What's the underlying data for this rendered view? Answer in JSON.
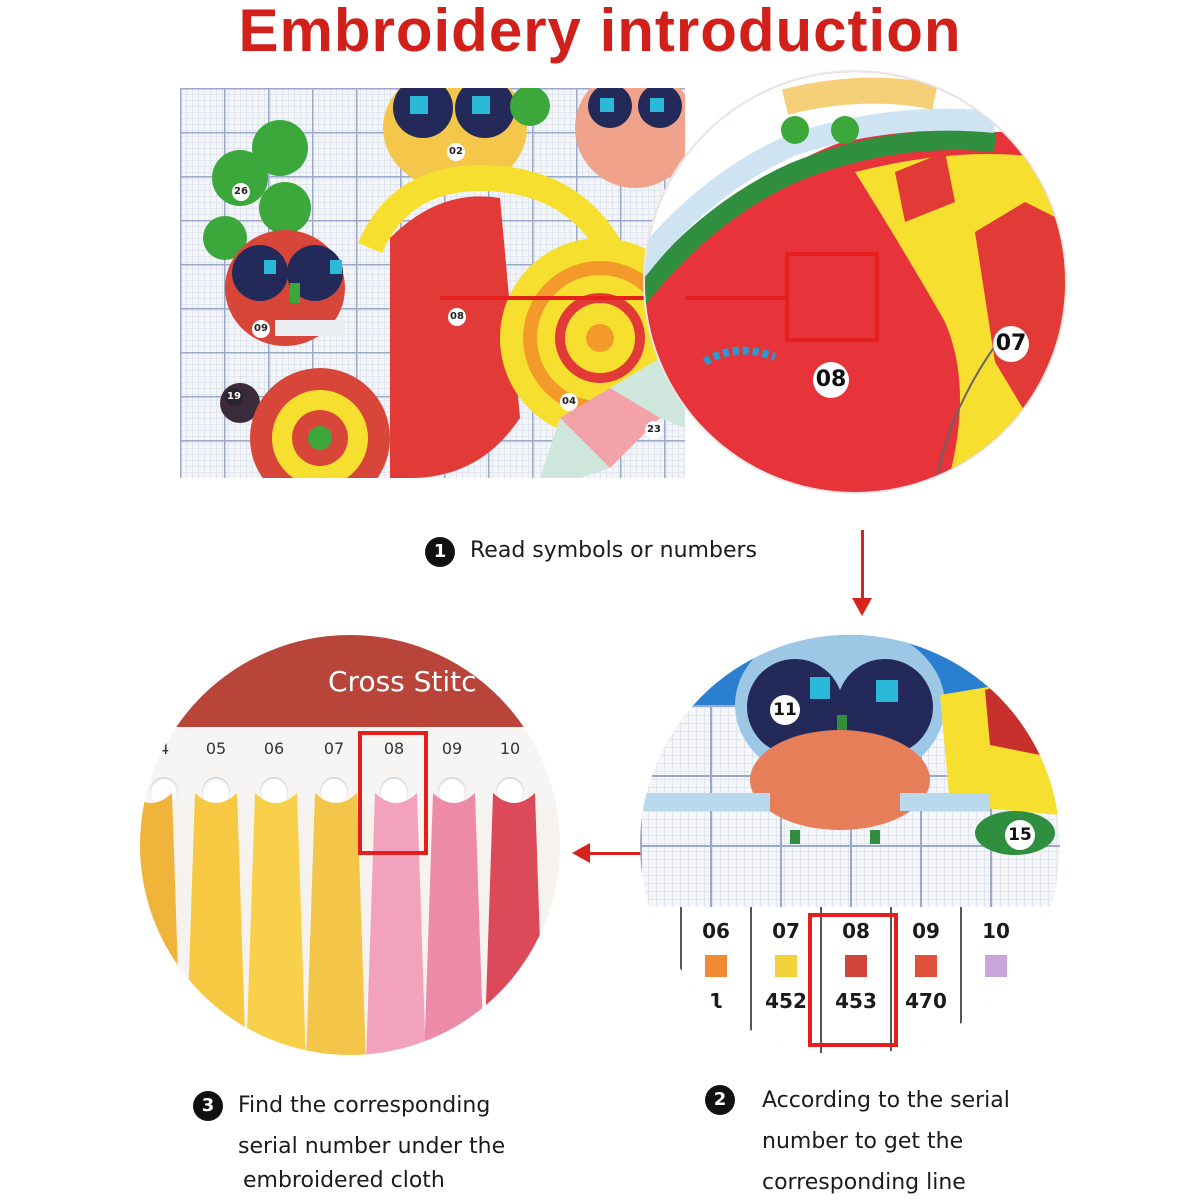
{
  "title": "Embroidery introduction",
  "pattern": {
    "symbols": [
      "02",
      "26",
      "09",
      "08",
      "19",
      "04",
      "23"
    ],
    "zoom_symbols": [
      "07",
      "08"
    ]
  },
  "steps": [
    {
      "badge": "1",
      "text": "Read symbols or  numbers"
    },
    {
      "badge": "2",
      "lines": [
        "According to the serial",
        "number to get the",
        "corresponding line"
      ]
    },
    {
      "badge": "3",
      "lines": [
        "Find the corresponding",
        "serial number under the",
        "embroidered cloth"
      ]
    }
  ],
  "threads": {
    "card_title": "Cross Stitc",
    "labels": [
      "4",
      "05",
      "06",
      "07",
      "08",
      "09",
      "10"
    ],
    "colors": [
      "#f0b43a",
      "#f7c842",
      "#f8d04a",
      "#f3c64a",
      "#f3a2bd",
      "#ec8aa8",
      "#dc4a5a"
    ],
    "highlight": "08"
  },
  "chart": {
    "symbols": [
      "11",
      "15"
    ],
    "legend": [
      {
        "code": "06",
        "color": "#f08a35",
        "dmc": "1"
      },
      {
        "code": "07",
        "color": "#f2d23a",
        "dmc": "452"
      },
      {
        "code": "08",
        "color": "#d0443a",
        "dmc": "453"
      },
      {
        "code": "09",
        "color": "#e0503a",
        "dmc": "470"
      },
      {
        "code": "10",
        "color": "#c9a6dc",
        "dmc": ""
      }
    ],
    "highlight": "08"
  },
  "colors": {
    "accent": "#d8231d",
    "title": "#d11f1a"
  }
}
